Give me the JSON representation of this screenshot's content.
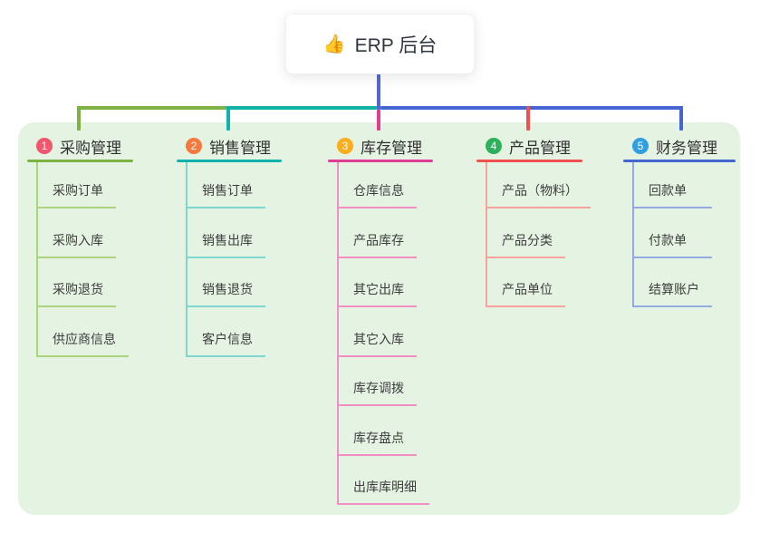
{
  "root": {
    "emoji": "👍",
    "emoji_name": "thumbs-up-emoji",
    "label": "ERP 后台"
  },
  "branches": [
    {
      "badge": "1",
      "title": "采购管理",
      "color": "#7cb342",
      "light_color": "#abd57d",
      "badge_color": "#f0566c",
      "children": [
        "采购订单",
        "采购入库",
        "采购退货",
        "供应商信息"
      ]
    },
    {
      "badge": "2",
      "title": "销售管理",
      "color": "#10b3ac",
      "light_color": "#7fd6d0",
      "badge_color": "#f5793c",
      "children": [
        "销售订单",
        "销售出库",
        "销售退货",
        "客户信息"
      ]
    },
    {
      "badge": "3",
      "title": "库存管理",
      "color": "#e03c96",
      "light_color": "#f18fc5",
      "badge_color": "#fbad1e",
      "children": [
        "仓库信息",
        "产品库存",
        "其它出库",
        "其它入库",
        "库存调拨",
        "库存盘点",
        "出库库明细"
      ]
    },
    {
      "badge": "4",
      "title": "产品管理",
      "color": "#f25050",
      "light_color": "#f8a29e",
      "badge_color": "#2db25b",
      "children": [
        "产品（物料）",
        "产品分类",
        "产品单位"
      ]
    },
    {
      "badge": "5",
      "title": "财务管理",
      "color": "#4466d0",
      "light_color": "#93a9e6",
      "badge_color": "#2f9fe0",
      "children": [
        "回款单",
        "付款单",
        "结算账户"
      ]
    }
  ],
  "colors": {
    "panel_bg": "#e5f4e2",
    "root_line": "#5468d4"
  }
}
